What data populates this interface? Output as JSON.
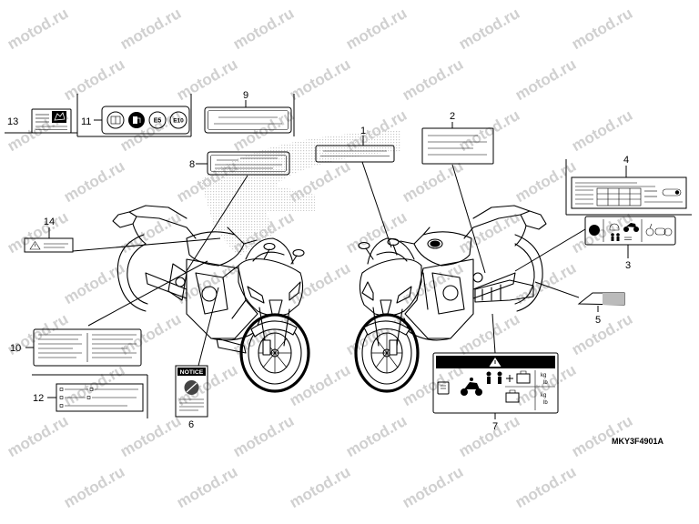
{
  "watermark": "motod.ru",
  "drawing_code": "MKY3F4901A",
  "callouts": [
    "1",
    "2",
    "3",
    "4",
    "5",
    "6",
    "7",
    "8",
    "9",
    "10",
    "11",
    "12",
    "13",
    "14"
  ],
  "labels": {
    "notice_label": "NOTICE",
    "fuel_e5": "E5",
    "fuel_e10": "E10",
    "load_unit_kg": "kg",
    "load_unit_lb": "lb"
  },
  "colors": {
    "line": "#000000",
    "watermark": "#d0d0d0",
    "logo_dots": "#bdbdbd"
  }
}
